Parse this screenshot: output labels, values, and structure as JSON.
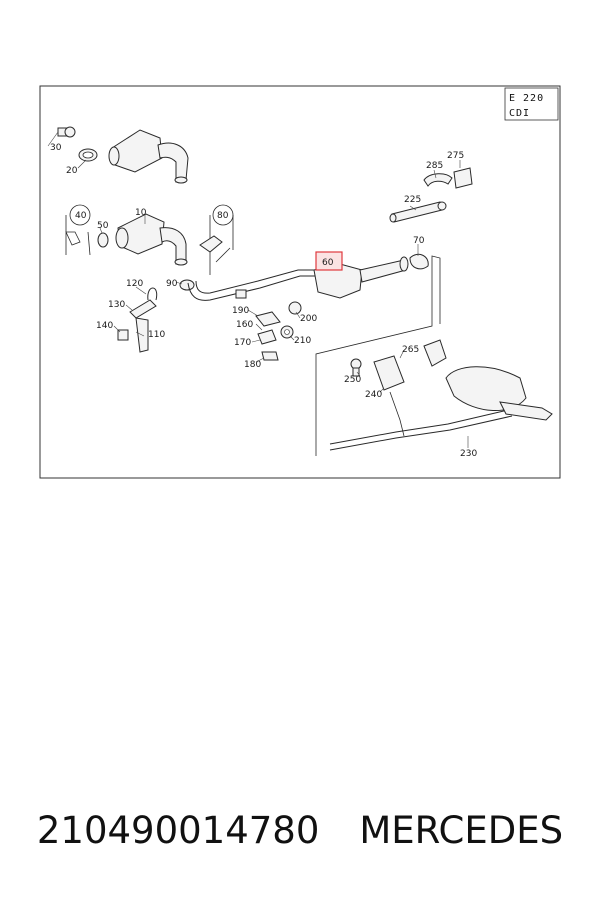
{
  "model_badge": {
    "line1": "E 220",
    "line2": "CDI"
  },
  "callouts": [
    "10",
    "20",
    "30",
    "40",
    "50",
    "60",
    "70",
    "80",
    "90",
    "110",
    "120",
    "130",
    "140",
    "160",
    "170",
    "180",
    "190",
    "200",
    "210",
    "225",
    "230",
    "240",
    "250",
    "265",
    "275",
    "285"
  ],
  "highlighted_callout": "60",
  "colors": {
    "highlight": "#e0393e",
    "highlight_fill": "#fbe3e3",
    "line": "#2a2a2a"
  },
  "caption": {
    "part_number": "210490014780",
    "brand": "MERCEDES"
  }
}
